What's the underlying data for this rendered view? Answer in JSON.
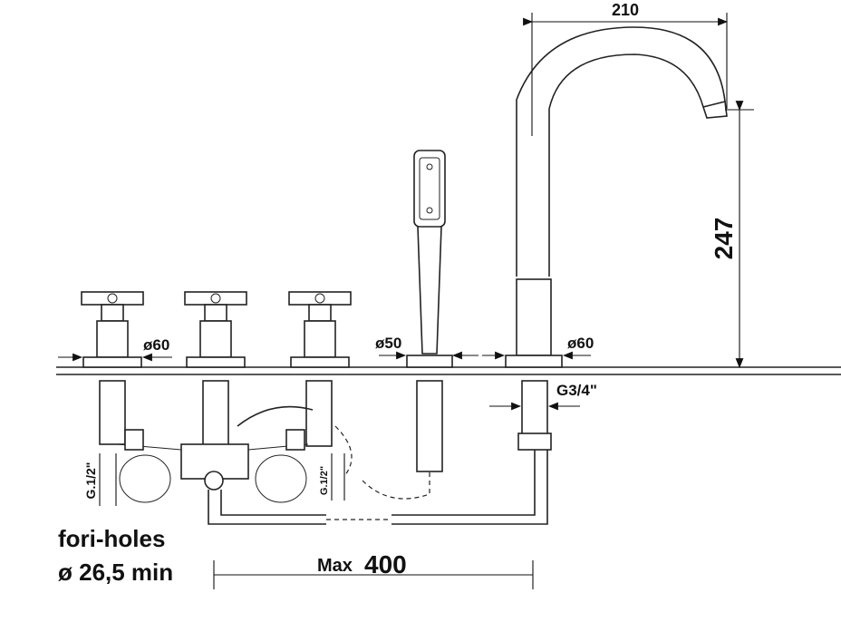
{
  "labels": {
    "spout_reach": "210",
    "spout_height": "247",
    "diam_handle": "ø60",
    "diam_shower": "ø50",
    "diam_spout": "ø60",
    "thread_spout": "G3/4\"",
    "thread_left": "G.1/2\"",
    "thread_mid": "G.1/2\"",
    "holes_line1": "fori-holes",
    "holes_line2": "ø 26,5 min",
    "max_prefix": "Max",
    "max_value": "400"
  }
}
